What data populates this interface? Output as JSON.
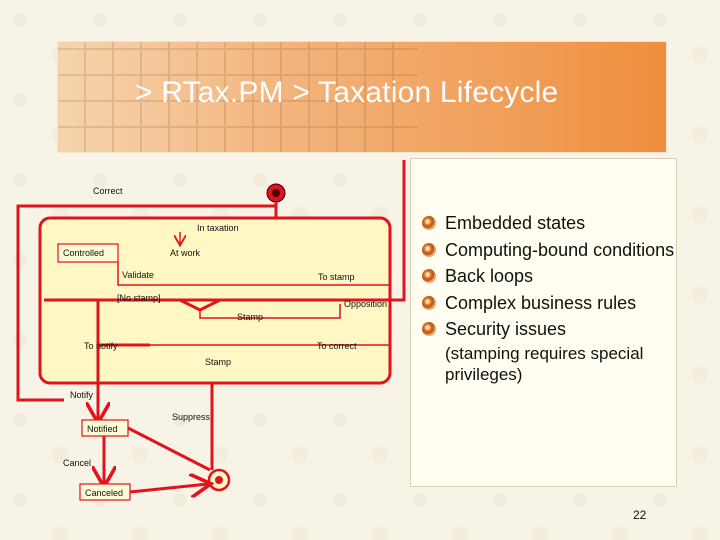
{
  "slide": {
    "title": "> RTax.PM > Taxation Lifecycle",
    "page_number": "22"
  },
  "bullets": [
    {
      "text": "Embedded states"
    },
    {
      "text": "Computing-bound conditions"
    },
    {
      "text": "Back loops"
    },
    {
      "text": "Complex business rules"
    },
    {
      "text": "Security issues",
      "sub": "(stamping requires special privileges)"
    }
  ],
  "diagram": {
    "labels": {
      "correct": "Correct",
      "in_taxation": "In taxation",
      "controlled": "Controlled",
      "at_work": "At work",
      "validate": "Validate",
      "to_stamp": "To stamp",
      "no_stamp": "[No stamp]",
      "opposition": "Opposition",
      "stamp_1": "Stamp",
      "to_notify": "To notify",
      "to_correct": "To correct",
      "stamp_2": "Stamp",
      "notify": "Notify",
      "suppress": "Suppress",
      "notified": "Notified",
      "cancel": "Cancel",
      "canceled": "Canceled"
    },
    "colors": {
      "line": "#e0141c",
      "state_fill": "#fffbd6",
      "composite_fill": "#fff7c4"
    }
  }
}
